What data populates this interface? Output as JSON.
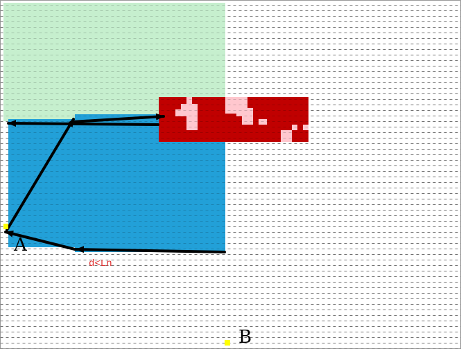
{
  "colors": {
    "grid_line": "#8a8a8a",
    "green_region": "#c6efce",
    "blue_region": "#22a0d8",
    "red_region": "#c00000",
    "pink_patch": "#ffc7ce",
    "arrow": "#000000",
    "marker": "#ffff00",
    "annotation": "#e03030"
  },
  "labels": {
    "point_a": "A",
    "point_b": "B",
    "distance_note": "d<Ln"
  }
}
